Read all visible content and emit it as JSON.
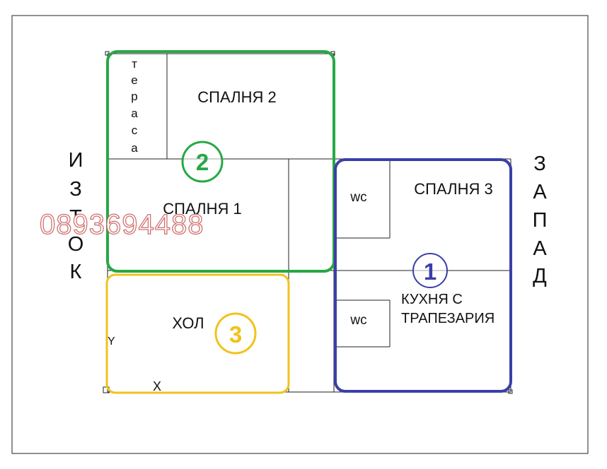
{
  "rooms": {
    "bedroom2": "СПАЛНЯ 2",
    "bedroom1": "СПАЛНЯ 1",
    "bedroom3": "СПАЛНЯ 3",
    "wc_upper": "wc",
    "wc_lower": "wc",
    "kitchen_line1": "КУХНЯ С",
    "kitchen_line2": "ТРАПЕЗАРИЯ",
    "hall": "ХОЛ",
    "terrace_letters": [
      "т",
      "е",
      "р",
      "а",
      "с",
      "а"
    ]
  },
  "compass": {
    "east_letters": [
      "И",
      "З",
      "Т",
      "О",
      "К"
    ],
    "west_letters": [
      "З",
      "А",
      "П",
      "А",
      "Д"
    ]
  },
  "zones": [
    {
      "number": "2",
      "color": "#27a845"
    },
    {
      "number": "1",
      "color": "#3a3fa8"
    },
    {
      "number": "3",
      "color": "#f2c21c"
    }
  ],
  "watermark": "0893694488",
  "axis_markers": {
    "y": "Y",
    "x": "X"
  }
}
